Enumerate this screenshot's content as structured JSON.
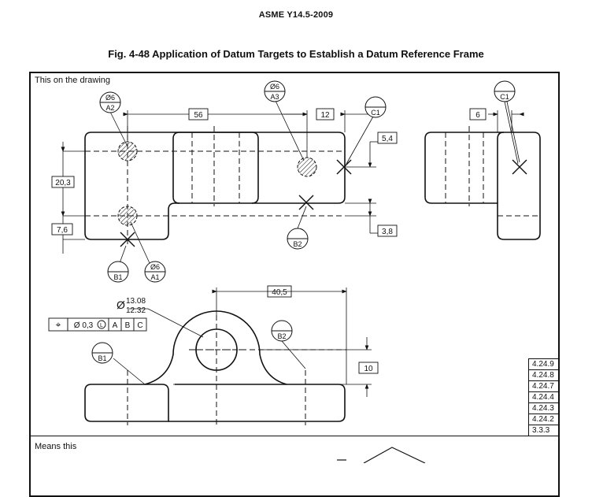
{
  "header": {
    "standard": "ASME Y14.5-2009",
    "figure_title": "Fig. 4-48    Application of Datum Targets to Establish a Datum Reference Frame"
  },
  "panels": {
    "top_caption": "This on the drawing",
    "bottom_caption": "Means this"
  },
  "targets": {
    "a1": {
      "size": "Ø6",
      "id": "A1"
    },
    "a2": {
      "size": "Ø6",
      "id": "A2"
    },
    "a3": {
      "size": "Ø6",
      "id": "A3"
    },
    "b1": {
      "id": "B1"
    },
    "b2": {
      "id": "B2"
    },
    "b2_lower": {
      "id": "B2"
    },
    "b1_lower": {
      "id": "B1"
    },
    "c1": {
      "id": "C1"
    },
    "c1_side": {
      "id": "C1"
    }
  },
  "dimensions": {
    "d56": "56",
    "d12": "12",
    "d6": "6",
    "d54": "5,4",
    "d203": "20,3",
    "d76": "7,6",
    "d38": "3,8",
    "d405": "40,5",
    "d10": "10",
    "hole_upper": "13.08",
    "hole_lower": "12.32",
    "hole_diameter_symbol": "Ø"
  },
  "feature_control_frame": {
    "symbol": "⌖",
    "tolerance": "Ø 0,3",
    "modifier": "L",
    "datum1": "A",
    "datum2": "B",
    "datum3": "C"
  },
  "references": [
    "4.24.9",
    "4.24.8",
    "4.24.7",
    "4.24.4",
    "4.24.3",
    "4.24.2",
    "3.3.3"
  ]
}
